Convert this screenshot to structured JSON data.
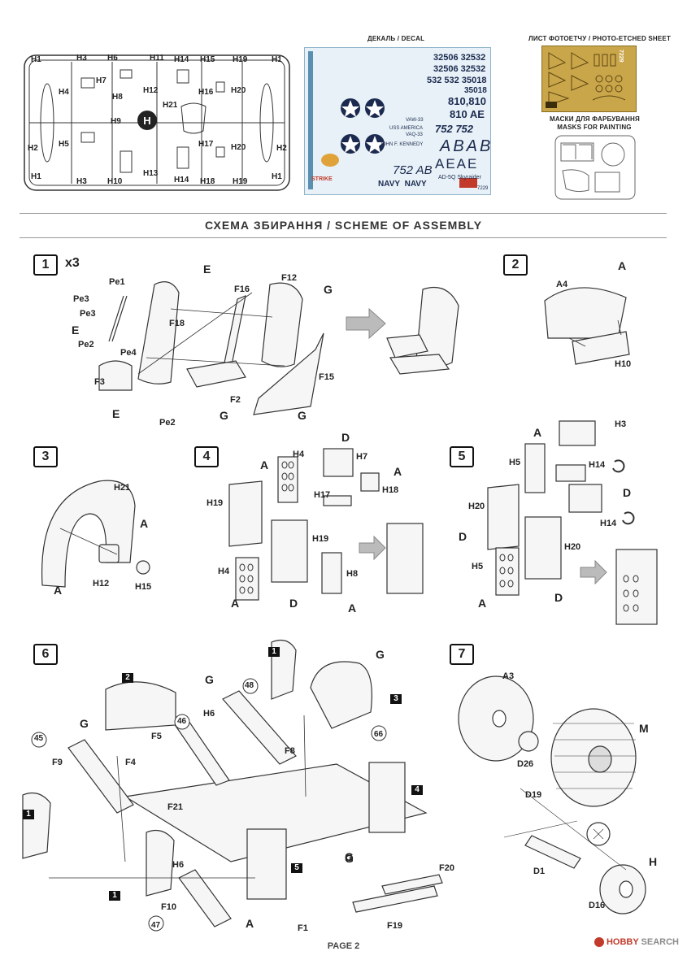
{
  "top": {
    "decal_header": "ДЕКАЛЬ / DECAL",
    "pe_header": "ЛИСТ ФОТОЕТЧУ / PHOTO-ETCHED SHEET",
    "masks_header_ua": "МАСКИ ДЛЯ ФАРБУВАННЯ",
    "masks_header_en": "MASKS FOR PAINTING",
    "pe_code": "7229",
    "decal_code": "7229",
    "decal_brand": "AD-5Q Skyraider",
    "decal_texts": [
      "32506",
      "32532",
      "32506",
      "32532",
      "532",
      "532",
      "35018",
      "35018",
      "810,810",
      "810",
      "AE",
      "752",
      "752",
      "ABAB",
      "AEAE",
      "752",
      "AB",
      "NAVY",
      "NAVY",
      "VAQ-33",
      "VAW-33",
      "USS AMERICA",
      "JOHN F. KENNEDY",
      "STRIKE"
    ],
    "sprue_labels": [
      "H1",
      "H3",
      "H6",
      "H11",
      "H14",
      "H15",
      "H19",
      "H1",
      "H4",
      "H7",
      "H12",
      "H16",
      "H20",
      "H8",
      "H21",
      "H2",
      "H9",
      "H2",
      "H5",
      "H17",
      "H20",
      "H13",
      "H1",
      "H3",
      "H10",
      "H14",
      "H18",
      "H19",
      "H1"
    ]
  },
  "title": "СХЕМА ЗБИРАННЯ / SCHEME OF ASSEMBLY",
  "steps": {
    "s1": {
      "num": "1",
      "mult": "x3",
      "labels": [
        "Pe1",
        "Pe3",
        "Pe3",
        "E",
        "Pe2",
        "Pe4",
        "F3",
        "E",
        "Pe2",
        "E",
        "F18",
        "F16",
        "F12",
        "G",
        "F2",
        "G",
        "F15",
        "G"
      ]
    },
    "s2": {
      "num": "2",
      "labels": [
        "A",
        "A4",
        "H10"
      ]
    },
    "s3": {
      "num": "3",
      "labels": [
        "H21",
        "A",
        "A",
        "H12",
        "H15"
      ]
    },
    "s4": {
      "num": "4",
      "labels": [
        "A",
        "H4",
        "H19",
        "H4",
        "A",
        "D",
        "H19",
        "H7",
        "D",
        "H17",
        "A",
        "H18",
        "H8",
        "A"
      ]
    },
    "s5": {
      "num": "5",
      "labels": [
        "A",
        "H3",
        "H5",
        "H14",
        "D",
        "H20",
        "D",
        "H14",
        "H20",
        "H5",
        "A",
        "D"
      ]
    },
    "s6": {
      "num": "6",
      "labels": [
        "G",
        "2",
        "G",
        "1",
        "G",
        "3",
        "48",
        "46",
        "H6",
        "F5",
        "F4",
        "F9",
        "45",
        "F8",
        "66",
        "G",
        "F21",
        "1",
        "H6",
        "F10",
        "47",
        "A",
        "1",
        "5",
        "G",
        "F20",
        "F19",
        "F1",
        "4"
      ]
    },
    "s7": {
      "num": "7",
      "labels": [
        "A3",
        "D26",
        "M",
        "D19",
        "D1",
        "H",
        "D16"
      ]
    }
  },
  "footer": "PAGE 2",
  "watermark": {
    "brand": "HOBBY",
    "rest": "SEARCH"
  }
}
